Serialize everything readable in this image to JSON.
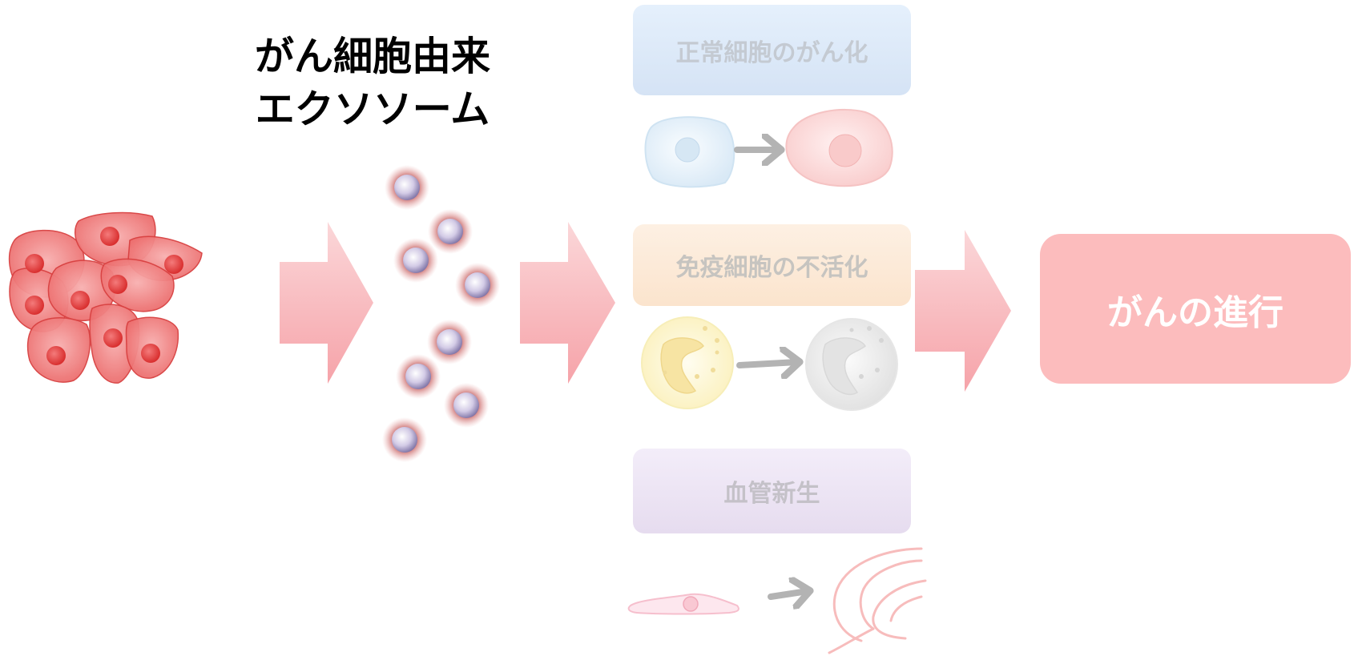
{
  "title": {
    "line1": "がん細胞由来",
    "line2": "エクソソーム"
  },
  "effects": [
    {
      "label": "正常細胞のがん化"
    },
    {
      "label": "免疫細胞の不活化"
    },
    {
      "label": "血管新生"
    }
  ],
  "outcome": {
    "label": "がんの進行"
  },
  "colors": {
    "arrow_pink": "#f6a4aa",
    "cancer_cell": "#ec6e6e",
    "exosome_core": "#c3b9da",
    "exosome_glow": "#c0392b",
    "gray_arrow": "#b3b3b3",
    "outcome_box": "#fcbcbd"
  },
  "icons": [
    "cancer-cell-cluster",
    "exosome-particle",
    "normal-cell",
    "transformed-cancer-cell",
    "active-immune-cell",
    "inactive-immune-cell",
    "endothelial-cell",
    "new-blood-vessel"
  ]
}
